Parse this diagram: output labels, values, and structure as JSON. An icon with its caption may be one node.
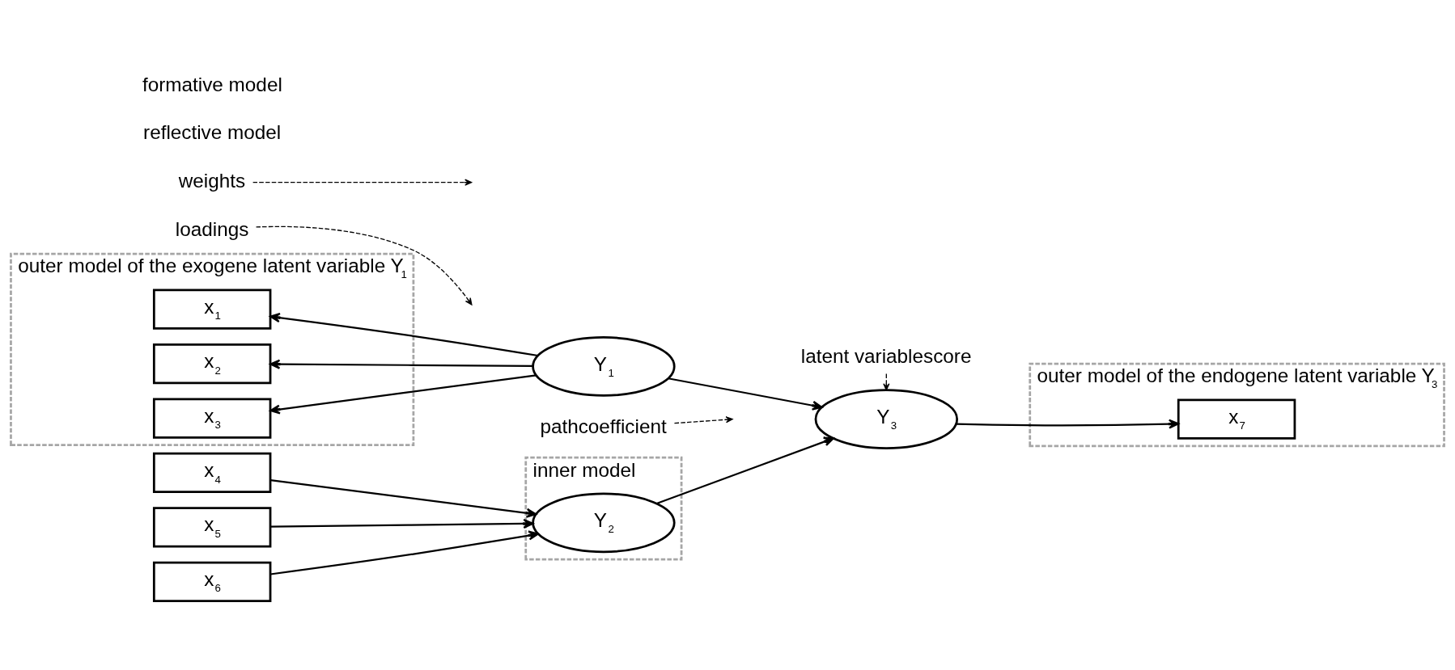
{
  "diagram": {
    "nodes": [
      {
        "text": [
          "outer model of the exogene latent variable Y$_{1}$"
        ]
      },
      {
        "text": [
          "x$_{1}$"
        ],
        "in": 0
      },
      {
        "text": [
          "x$_{2}$"
        ],
        "in": 0
      },
      {
        "text": [
          "x$_{3}$"
        ],
        "in": 0
      },
      {
        "text": [
          "inner model"
        ]
      },
      {
        "text": [
          "Y$_{1}$"
        ]
      },
      {
        "text": [
          "x$_{4}$"
        ]
      },
      {
        "text": [
          "x$_{5}$"
        ]
      },
      {
        "text": [
          "x$_{6}$"
        ]
      },
      {
        "text": [
          "Y$_{2}$"
        ],
        "in": 4
      },
      {
        "text": [
          "outer model of the endogene latent variable Y$_{3}$"
        ]
      },
      {
        "text": [
          "Y$_{3}$"
        ]
      },
      {
        "text": [
          "x$_{7}$"
        ],
        "in": 10
      },
      {
        "text": [
          "loadings"
        ]
      },
      {
        "text": [
          "pathcoefficient"
        ]
      },
      {
        "text": [
          "weights"
        ]
      },
      {
        "text": [
          "latent variablescore"
        ]
      }
    ],
    "edges": [
      {
        "from": 5,
        "to": 1,
        "arrow": "to"
      },
      {
        "from": 5,
        "to": 2,
        "arrow": "to"
      },
      {
        "from": 5,
        "to": 3,
        "arrow": "to"
      },
      {
        "from": 6,
        "to": 9,
        "arrow": "to"
      },
      {
        "from": 7,
        "to": 9,
        "arrow": "to"
      },
      {
        "from": 8,
        "to": 9,
        "arrow": "to"
      },
      {
        "from": 5,
        "to": 11,
        "arrow": "to"
      },
      {
        "from": 9,
        "to": 11,
        "arrow": "to"
      },
      {
        "from": 11,
        "to": 12,
        "arrow": "to"
      },
      {
        "from": 13,
        "to": null,
        "arrow": "to",
        "style": "dashed"
      },
      {
        "from": 14,
        "to": null,
        "arrow": "to",
        "style": "dashed"
      },
      {
        "from": 15,
        "to": null,
        "arrow": "to",
        "style": "dashed"
      },
      {
        "from": 16,
        "to": 11,
        "arrow": "to",
        "style": "dashed"
      }
    ],
    "labels": [
      "reflective model",
      "formative model"
    ]
  }
}
